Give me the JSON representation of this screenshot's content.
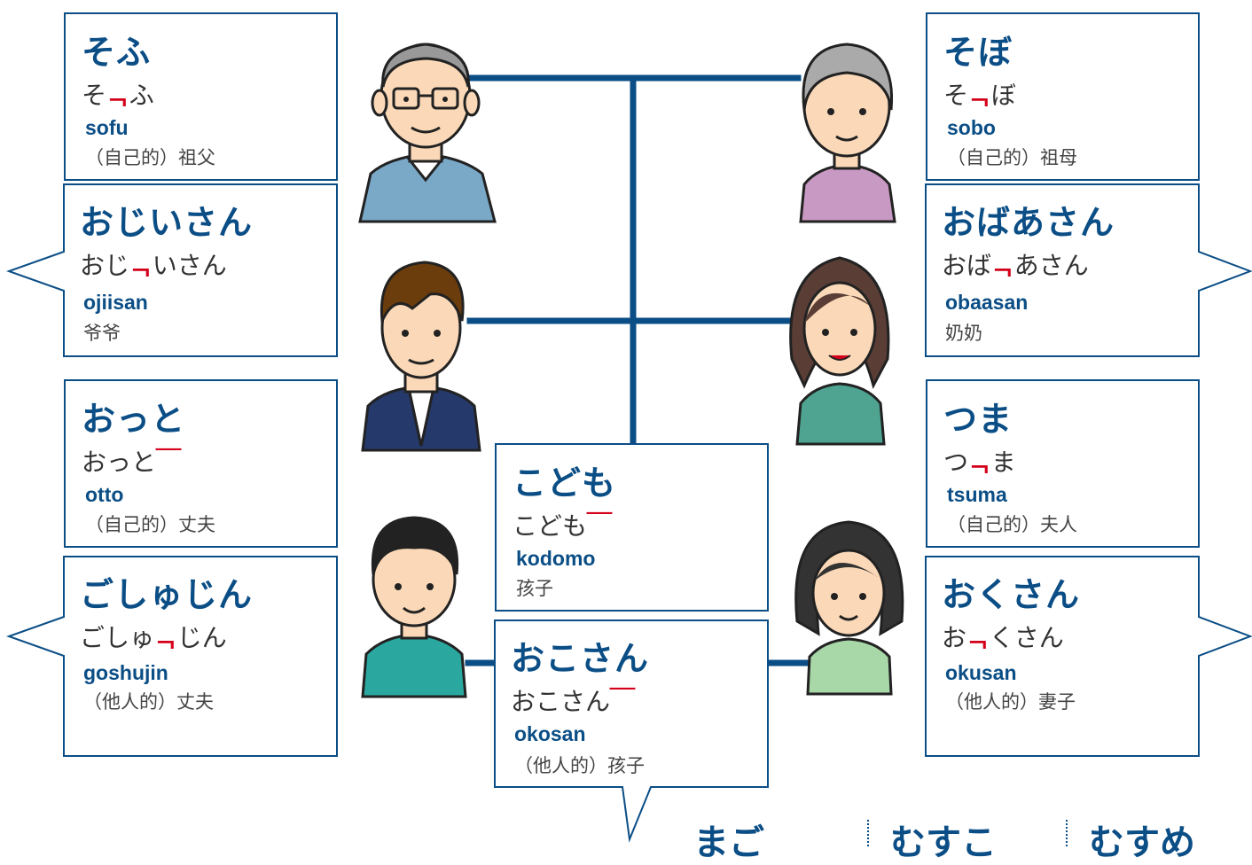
{
  "colors": {
    "brand": "#0b4e86",
    "accent": "#d4001a",
    "line": "#0b4e86"
  },
  "accent_mark_drop": "ᆨ",
  "accent_mark_flat": "￣",
  "cards": [
    {
      "id": "sofu",
      "title": "そふ",
      "reading_pre": "そ",
      "accent": "drop",
      "reading_post": "ふ",
      "romaji": "sofu",
      "meaning": "（自己的）祖父"
    },
    {
      "id": "ojiisan",
      "title": "おじいさん",
      "reading_pre": "おじ",
      "accent": "drop",
      "reading_post": "いさん",
      "romaji": "ojiisan",
      "meaning": "爷爷"
    },
    {
      "id": "otto",
      "title": "おっと",
      "reading_pre": "おっと",
      "accent": "flat",
      "reading_post": "",
      "romaji": "otto",
      "meaning": "（自己的）丈夫"
    },
    {
      "id": "goshujin",
      "title": "ごしゅじん",
      "reading_pre": "ごしゅ",
      "accent": "drop",
      "reading_post": "じん",
      "romaji": "goshujin",
      "meaning": "（他人的）丈夫"
    },
    {
      "id": "sobo",
      "title": "そぼ",
      "reading_pre": "そ",
      "accent": "drop",
      "reading_post": "ぼ",
      "romaji": "sobo",
      "meaning": "（自己的）祖母"
    },
    {
      "id": "obaasan",
      "title": "おばあさん",
      "reading_pre": "おば",
      "accent": "drop",
      "reading_post": "あさん",
      "romaji": "obaasan",
      "meaning": "奶奶"
    },
    {
      "id": "tsuma",
      "title": "つま",
      "reading_pre": "つ",
      "accent": "drop",
      "reading_post": "ま",
      "romaji": "tsuma",
      "meaning": "（自己的）夫人"
    },
    {
      "id": "okusan",
      "title": "おくさん",
      "reading_pre": "お",
      "accent": "drop",
      "reading_post": "くさん",
      "romaji": "okusan",
      "meaning": "（他人的）妻子"
    },
    {
      "id": "kodomo",
      "title": "こども",
      "reading_pre": "こども",
      "accent": "flat",
      "reading_post": "",
      "romaji": "kodomo",
      "meaning": "孩子"
    },
    {
      "id": "okosan",
      "title": "おこさん",
      "reading_pre": "おこさん",
      "accent": "flat",
      "reading_post": "",
      "romaji": "okosan",
      "meaning": "（他人的）孩子"
    }
  ],
  "people": [
    "grandfather",
    "grandmother",
    "father",
    "mother",
    "son",
    "daughter"
  ],
  "bottom_words": [
    "まご",
    "むすこ",
    "むすめ"
  ]
}
